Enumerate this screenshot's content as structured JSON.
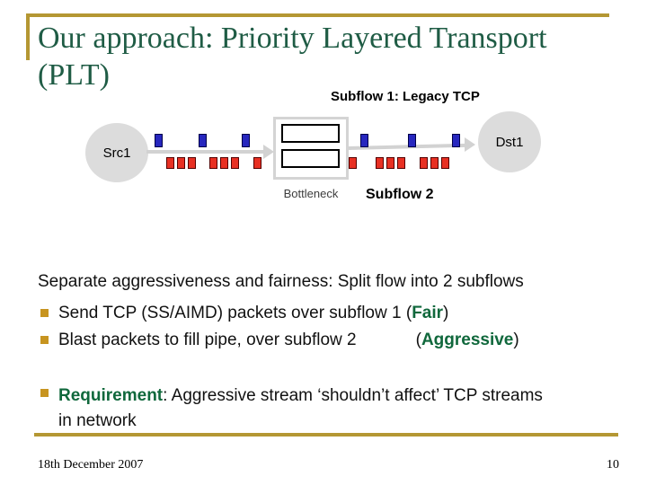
{
  "slide": {
    "title": {
      "line1": "Our approach: Priority Layered Transport",
      "line2": "(PLT)"
    },
    "colors": {
      "title_green": "#1F5C45",
      "emphasis_green": "#10683C",
      "gold_rule": "#B49733",
      "gold_bullet": "#C79420",
      "packet_blue": "#2727BE",
      "packet_red": "#E83023",
      "node_gray": "#DCDCDC",
      "arrow_gray": "#D2D2D2"
    }
  },
  "diagram": {
    "subflow1_label": "Subflow 1: Legacy TCP",
    "subflow2_label": "Subflow 2",
    "bottleneck_label": "Bottleneck",
    "src_label": "Src1",
    "dst_label": "Dst1",
    "subflow1_packets": {
      "left_of_bottleneck": 3,
      "right_of_bottleneck": 3
    },
    "subflow2_packets": {
      "left_of_bottleneck": 7,
      "right_of_bottleneck": 7
    }
  },
  "body": {
    "intro": "Separate aggressiveness and fairness: Split flow into 2 subflows",
    "bullets": [
      {
        "pre": "Send TCP (SS/AIMD) packets over subflow 1 (",
        "em": "Fair",
        "post": ")"
      },
      {
        "pre": "Blast packets to fill pipe, over subflow 2",
        "open": "(",
        "em": "Aggressive",
        "post": ")"
      },
      {
        "em": "Requirement",
        "rest": ": Aggressive stream ‘shouldn’t affect’ TCP streams in network"
      }
    ]
  },
  "footer": {
    "date": "18th December 2007",
    "page": "10"
  }
}
